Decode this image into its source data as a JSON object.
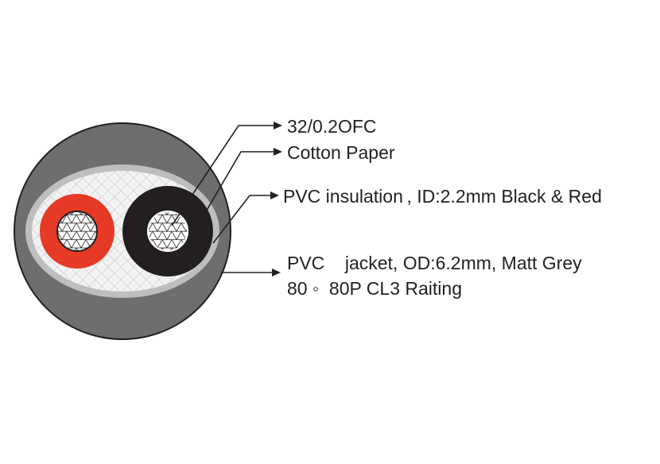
{
  "labels": {
    "conductor": "32/0.2OFC",
    "wrap": "Cotton Paper",
    "insulation": "PVC insulation , ID:2.2mm Black & Red",
    "jacket_line1": "PVC    jacket, OD:6.2mm, Matt Grey",
    "jacket_line2": "80 ◦  80P CL3 Raiting"
  },
  "colors": {
    "jacket": "#6d6e70",
    "jacket_edge": "#231f20",
    "paper_ring": "#bcbec0",
    "filler": "#f1f1f2",
    "red_insulation": "#e63a26",
    "black_insulation": "#231f20",
    "conductor": "#ffffff",
    "leader": "#231f20"
  }
}
